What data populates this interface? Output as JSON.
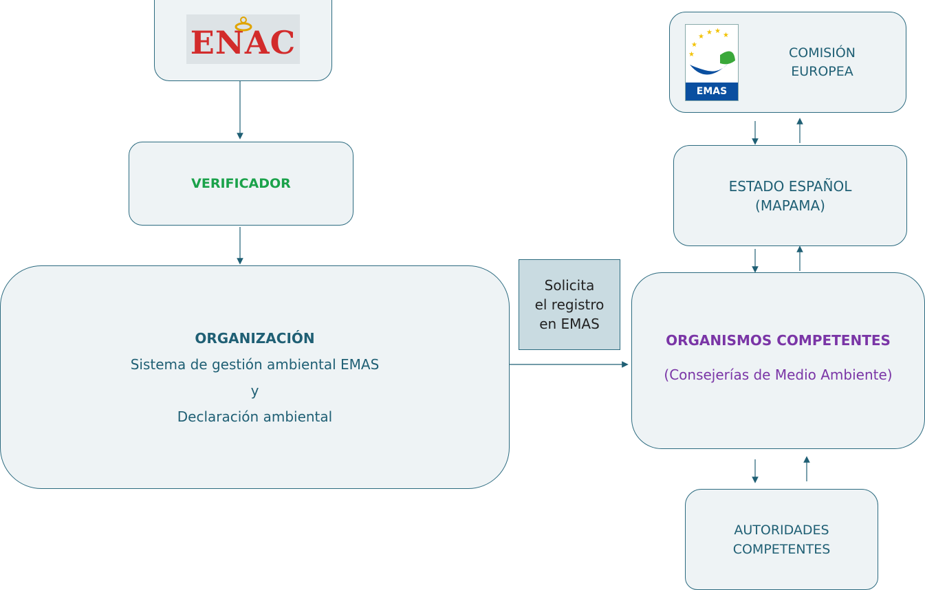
{
  "enac": {
    "logo_text": "ENAC"
  },
  "verificador": {
    "label": "VERIFICADOR"
  },
  "organizacion": {
    "title": "ORGANIZACIÓN",
    "line1": "Sistema de gestión ambiental EMAS",
    "line2": "y",
    "line3": "Declaración ambiental"
  },
  "solicita": {
    "line1": "Solicita",
    "line2": "el registro",
    "line3": "en EMAS"
  },
  "comision": {
    "line1": "COMISIÓN",
    "line2": "EUROPEA",
    "logo_text": "EMAS"
  },
  "estado": {
    "line1": "ESTADO ESPAÑOL",
    "line2": "(MAPAMA)"
  },
  "organismos": {
    "title": "ORGANISMOS COMPETENTES",
    "subtitle": "(Consejerías de Medio Ambiente)"
  },
  "autoridades": {
    "line1": "AUTORIDADES",
    "line2": "COMPETENTES"
  },
  "colors": {
    "teal": "#1f5f74",
    "green": "#1aa24a",
    "purple": "#7a35a6",
    "box_fill": "#eef3f5"
  }
}
